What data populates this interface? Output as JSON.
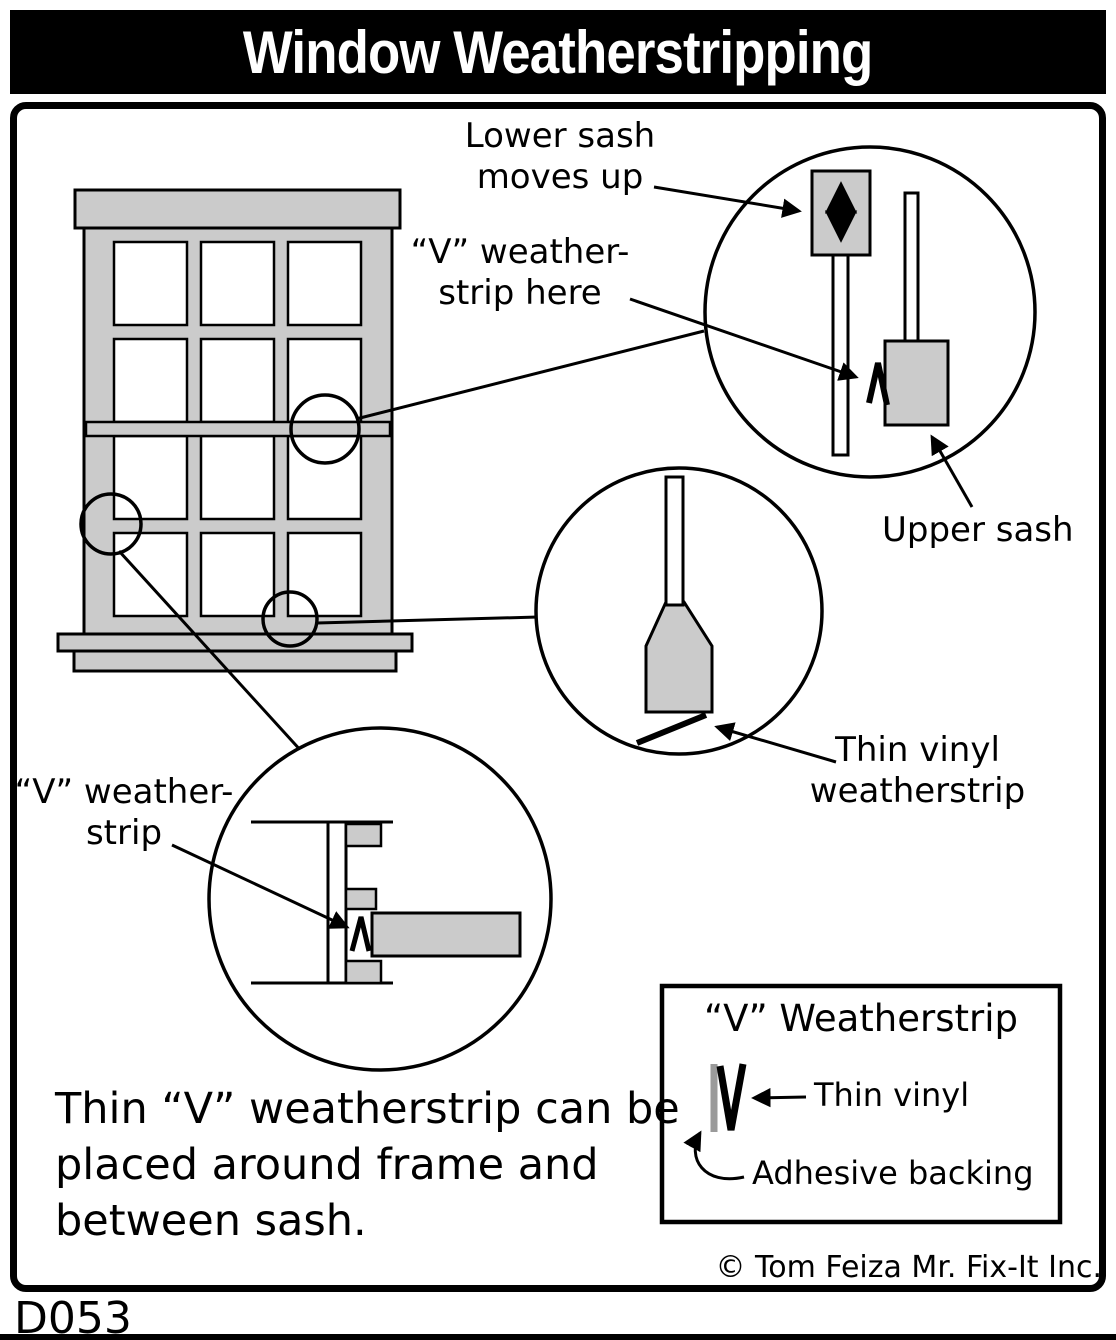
{
  "title": "Window Weatherstripping",
  "code": "D053",
  "copyright": "© Tom Feiza Mr. Fix-It Inc.",
  "callouts": {
    "lower_sash": "Lower sash\nmoves up",
    "v_strip_here": "“V” weather-\nstrip here",
    "upper_sash": "Upper sash",
    "thin_vinyl": "Thin vinyl\nweatherstrip",
    "v_strip": "“V” weather-\nstrip",
    "note": "Thin “V” weatherstrip can be\nplaced around frame and\nbetween sash."
  },
  "legend": {
    "title": "“V” Weatherstrip",
    "thin_vinyl": "Thin vinyl",
    "adhesive": "Adhesive backing"
  },
  "colors": {
    "diagram_gray": "#cbcbcb",
    "line_black": "#000000"
  }
}
